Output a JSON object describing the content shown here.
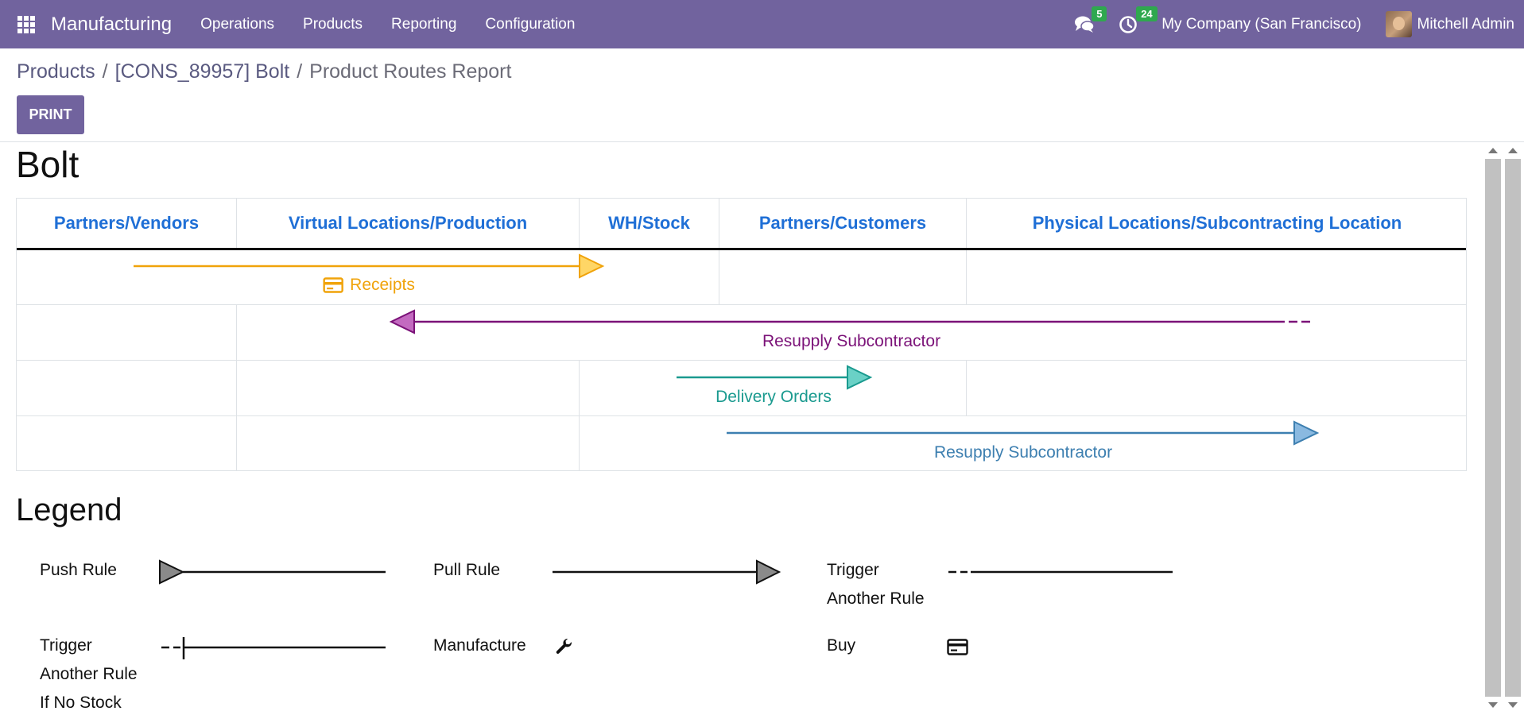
{
  "navbar": {
    "app_name": "Manufacturing",
    "menu": [
      "Operations",
      "Products",
      "Reporting",
      "Configuration"
    ],
    "messages_count": "5",
    "activities_count": "24",
    "company": "My Company (San Francisco)",
    "user": "Mitchell Admin"
  },
  "breadcrumb": {
    "items": [
      "Products",
      "[CONS_89957] Bolt",
      "Product Routes Report"
    ]
  },
  "actions": {
    "print_label": "PRINT"
  },
  "report": {
    "title": "Bolt",
    "columns": [
      "Partners/Vendors",
      "Virtual Locations/Production",
      "WH/Stock",
      "Partners/Customers",
      "Physical Locations/Subcontracting Location"
    ],
    "routes": [
      {
        "label": "Receipts",
        "color": "#f0a30a",
        "arrow_fill": "#ffd666",
        "icon": "credit-card-icon",
        "from": "Partners/Vendors",
        "to": "WH/Stock"
      },
      {
        "label": "Resupply Subcontractor",
        "color": "#7b1278",
        "arrow_fill": "#c36ac0",
        "from": "Physical Locations/Subcontracting Location",
        "to": "Virtual Locations/Production"
      },
      {
        "label": "Delivery Orders",
        "color": "#1a9a8f",
        "arrow_fill": "#6ad1c6",
        "from": "WH/Stock",
        "to": "Partners/Customers"
      },
      {
        "label": "Resupply Subcontractor",
        "color": "#3d7fb0",
        "arrow_fill": "#8ab9e0",
        "from": "WH/Stock",
        "to": "Physical Locations/Subcontracting Location"
      }
    ]
  },
  "legend": {
    "title": "Legend",
    "items": {
      "push": "Push Rule",
      "pull": "Pull Rule",
      "trigger_line1": "Trigger",
      "trigger_line2": "Another Rule",
      "trigger_nostock_line1": "Trigger",
      "trigger_nostock_line2": "Another Rule",
      "trigger_nostock_line3": "If No Stock",
      "manufacture": "Manufacture",
      "buy": "Buy"
    }
  },
  "colors": {
    "brand": "#71639e",
    "header_link": "#1f6fd6",
    "badge": "#2fa84f"
  }
}
